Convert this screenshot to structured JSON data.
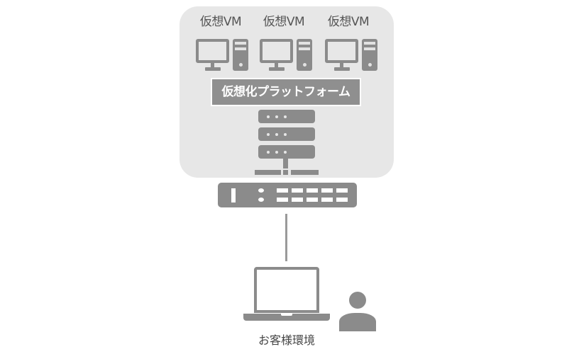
{
  "diagram": {
    "type": "network-topology",
    "cloud": {
      "vms": [
        {
          "label": "仮想VM",
          "icon": "desktop-computer-icon"
        },
        {
          "label": "仮想VM",
          "icon": "desktop-computer-icon"
        },
        {
          "label": "仮想VM",
          "icon": "desktop-computer-icon"
        }
      ],
      "platform_label": "仮想化プラットフォーム",
      "server_icon": "server-rack-icon"
    },
    "switch_icon": "network-switch-icon",
    "customer": {
      "label": "お客様環境",
      "icons": [
        "laptop-icon",
        "person-icon"
      ]
    },
    "colors": {
      "cloud_bg": "#e7e7e7",
      "icon_gray": "#8b8b8b",
      "platform_bg": "#8f8f8f",
      "line": "#9a9a9a",
      "text": "#555555"
    }
  }
}
